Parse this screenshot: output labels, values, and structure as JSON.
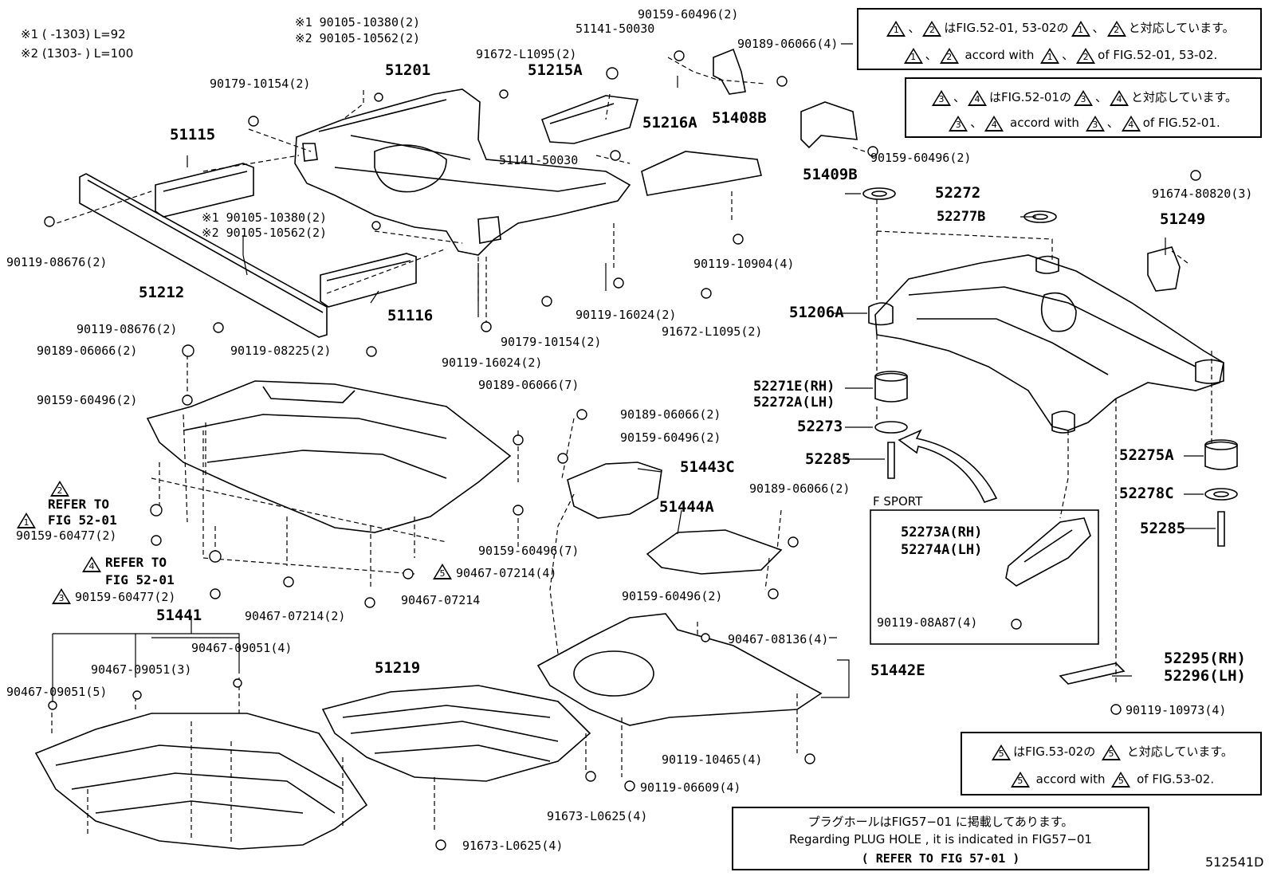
{
  "diagram_id": "512541D",
  "top_notes": {
    "note1": "※1 (      -1303) L=92",
    "note2": "※2 (1303-      ) L=100"
  },
  "legend_boxes": {
    "box1": {
      "line1_jp_prefix": "、",
      "line1_jp_mid": "はFIG.52-01, 53-02の",
      "line1_jp_sep": "、",
      "line1_jp_suffix": "と対応しています。",
      "line2_en_mid": "accord with",
      "line2_en_suffix": "of FIG.52-01, 53-02.",
      "marks": [
        "1",
        "2"
      ]
    },
    "box2": {
      "line1_jp_prefix": "、",
      "line1_jp_mid": "はFIG.52-01の",
      "line1_jp_sep": "、",
      "line1_jp_suffix": "と対応しています。",
      "line2_en_mid": "accord with",
      "line2_en_suffix": "of FIG.52-01.",
      "marks": [
        "3",
        "4"
      ]
    },
    "box3": {
      "line1_jp_mid": "はFIG.53-02の",
      "line1_jp_suffix": "と対応しています。",
      "line2_en_mid": "accord with",
      "line2_en_suffix": "of FIG.53-02.",
      "marks": [
        "5"
      ]
    },
    "plug_hole": {
      "line1": "プラグホールはFIG57−01 に掲載してあります。",
      "line2": "Regarding PLUG HOLE , it is indicated in FIG57−01",
      "line3": "(   REFER TO FIG 57-01 )"
    },
    "f_sport": {
      "title": "F SPORT",
      "part1": "52273A(RH)",
      "part2": "52274A(LH)",
      "bolt": "90119-08A87(4)"
    }
  },
  "refer_notes": {
    "r2_mark": "2",
    "r1_mark": "1",
    "r4_mark": "4",
    "r3_mark": "3",
    "r5_mark": "5",
    "refer_to": "REFER TO",
    "fig_52_01": "FIG 52-01",
    "refer_to_b": "REFER TO",
    "fig_52_01_b": "FIG 52-01"
  },
  "main_parts": {
    "p51201": "51201",
    "p51115": "51115",
    "p51116": "51116",
    "p51212": "51212",
    "p51215A": "51215A",
    "p51216A": "51216A",
    "p51408B": "51408B",
    "p51409B": "51409B",
    "p51443C": "51443C",
    "p51444A": "51444A",
    "p51441": "51441",
    "p51219": "51219",
    "p51442E": "51442E",
    "p52272": "52272",
    "p52277B": "52277B",
    "p51249": "51249",
    "p51206A": "51206A",
    "p52271E": "52271E(RH)",
    "p52272A": "52272A(LH)",
    "p52273": "52273",
    "p52285a": "52285",
    "p52275A": "52275A",
    "p52278C": "52278C",
    "p52285b": "52285",
    "p52295": "52295(RH)",
    "p52296": "52296(LH)"
  },
  "fasteners": {
    "f1": "※1 90105-10380(2)",
    "f2": "※2 90105-10562(2)",
    "f3": "51141-50030",
    "f4": "90159-60496(2)",
    "f5": "91672-L1095(2)",
    "f6": "90189-06066(4)",
    "f7": "90179-10154(2)",
    "f8": "51141-50030",
    "f9": "90159-60496(2)",
    "f10": "※1 90105-10380(2)",
    "f11": "※2 90105-10562(2)",
    "f12": "90119-08676(2)",
    "f13": "90119-10904(4)",
    "f14": "91674-80820(3)",
    "f15": "90119-16024(2)",
    "f16": "91672-L1095(2)",
    "f17": "90119-08676(2)",
    "f18": "90179-10154(2)",
    "f19": "90189-06066(2)",
    "f20": "90119-08225(2)",
    "f21": "90119-16024(2)",
    "f22": "90159-60496(2)",
    "f23": "90189-06066(7)",
    "f24": "90189-06066(2)",
    "f25": "90159-60496(2)",
    "f26": "90189-06066(2)",
    "f27": "90159-60477(2)",
    "f28": "90159-60477(2)",
    "f29": "90467-07214(4)",
    "f30": "90159-60496(7)",
    "f31": "90467-07214",
    "f32": "90467-07214(2)",
    "f33": "90159-60496(2)",
    "f34": "90467-09051(4)",
    "f35": "90467-09051(3)",
    "f36": "90467-09051(5)",
    "f37": "90467-08136(4)",
    "f38": "90119-10465(4)",
    "f39": "90119-06609(4)",
    "f40": "91673-L0625(4)",
    "f41": "91673-L0625(4)",
    "f42": "90119-10973(4)"
  }
}
